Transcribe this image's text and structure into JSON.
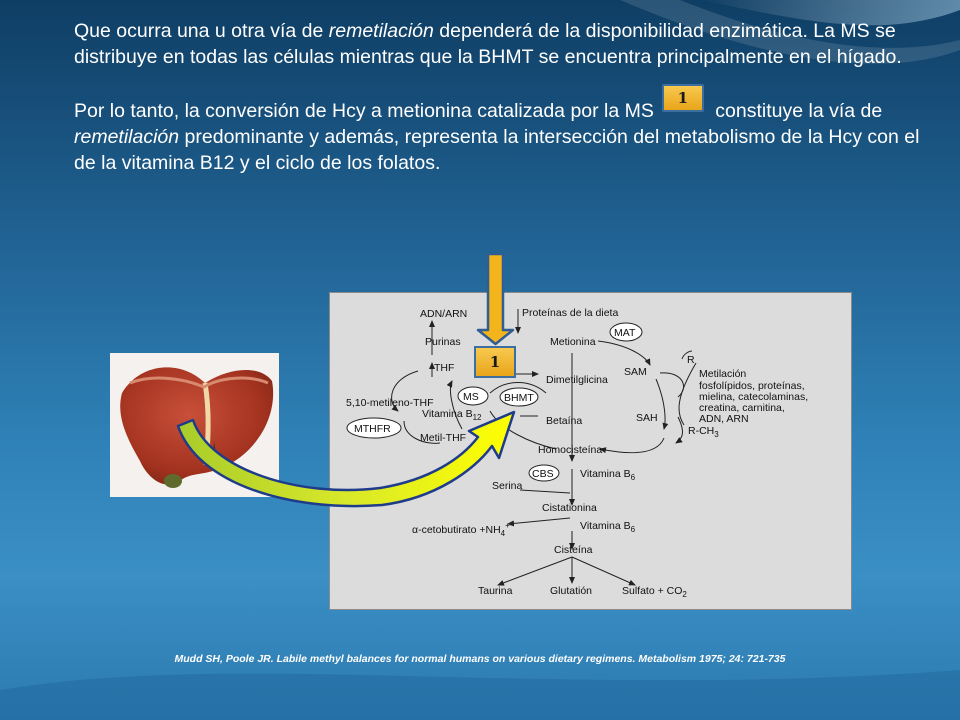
{
  "text": {
    "p1_a": "Que ocurra una u otra vía de ",
    "p1_em": "remetilación",
    "p1_b": " dependerá de la disponibilidad enzimática. La MS se distribuye en todas las células mientras que la BHMT se encuentra principalmente en el hígado.",
    "p2_a": "Por lo tanto, la conversión de Hcy a metionina catalizada por la MS",
    "p2_b": " constituye la vía de ",
    "p2_em": "remetilación",
    "p2_c": " predominante y además, representa la intersección del metabolismo de la Hcy con el de la vitamina B12 y el ciclo de los folatos.",
    "badge_inline": "1"
  },
  "diagram": {
    "proteinas": "Proteínas de la dieta",
    "adn_arn": "ADN/ARN",
    "purinas": "Purinas",
    "thf": "THF",
    "metionina": "Metionina",
    "mat": "MAT",
    "sam": "SAM",
    "r": "R",
    "metilacion": [
      "Metilación",
      "fosfolípidos, proteínas,",
      "mielina, catecolaminas,",
      "creatina, carnitina,",
      "ADN, ARN"
    ],
    "rch3_base": "R-CH",
    "rch3_sub": "3",
    "dimetil": "Dimetilglicina",
    "metileno": "5,10-metileno-THF",
    "ms": "MS",
    "bhmt": "BHMT",
    "vitb12_base": "Vitamina B",
    "vitb12_sub": "12",
    "betaina": "Betaína",
    "sah": "SAH",
    "mthfr": "MTHFR",
    "metilthf": "Metil-THF",
    "homocisteina": "Homocisteína",
    "cbs": "CBS",
    "vitb6_base": "Vitamina B",
    "vitb6_sub": "6",
    "serina": "Serina",
    "cistationina": "Cistationina",
    "cetobutirato": "α-cetobutirato +NH",
    "cetobutirato_sub": "4",
    "cetobutirato_sup": "+",
    "cisteina": "Cisteína",
    "taurina": "Taurina",
    "glutation": "Glutatión",
    "sulfato": "Sulfato + CO",
    "sulfato_sub": "2",
    "badge": "1"
  },
  "citation": "Mudd SH, Poole JR. Labile methyl balances for normal humans on various dietary regimens. Metabolism 1975; 24: 721-735",
  "colors": {
    "arrow_fill": "#f3b51b",
    "arrow_stroke": "#2f5d94",
    "curved_arrow_start": "#a9cc2a",
    "curved_arrow_end": "#ffff00",
    "curved_arrow_stroke": "#1f3c8a"
  }
}
